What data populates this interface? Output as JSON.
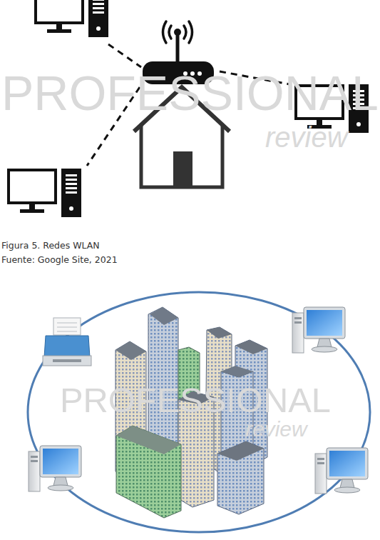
{
  "diagram": {
    "caption": "Figura 5. Redes WLAN",
    "labels": [
      "Fuente: Google Site, 2021",
      "PROFESSIONAL",
      "review",
      "PROFESSIONAL",
      "review"
    ]
  }
}
